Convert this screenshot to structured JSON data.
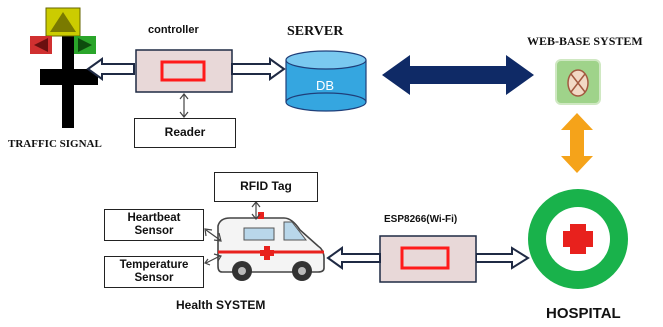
{
  "labels": {
    "controller": "controller",
    "server": "SERVER",
    "db": "DB",
    "web_system": "WEB-BASE  SYSTEM",
    "traffic_signal": "TRAFFIC  SIGNAL",
    "reader": "Reader",
    "rfid_tag": "RFID Tag",
    "heartbeat_line1": "Heartbeat",
    "heartbeat_line2": "Sensor",
    "temperature_line1": "Temperature",
    "temperature_line2": "Sensor",
    "esp": "ESP8266(Wi-Fi)",
    "health_system": "Health SYSTEM",
    "hospital": "HOSPITAL"
  },
  "colors": {
    "block_fill": "#e8d8d8",
    "block_border": "#1f2a44",
    "red_frame": "#ff1a1a",
    "db_fill": "#35a6e0",
    "dark_arrow": "#0f2a66",
    "orange_arrow": "#f5a31a",
    "hospital_ring": "#19b24b",
    "green_icon": "#9fd38a"
  }
}
